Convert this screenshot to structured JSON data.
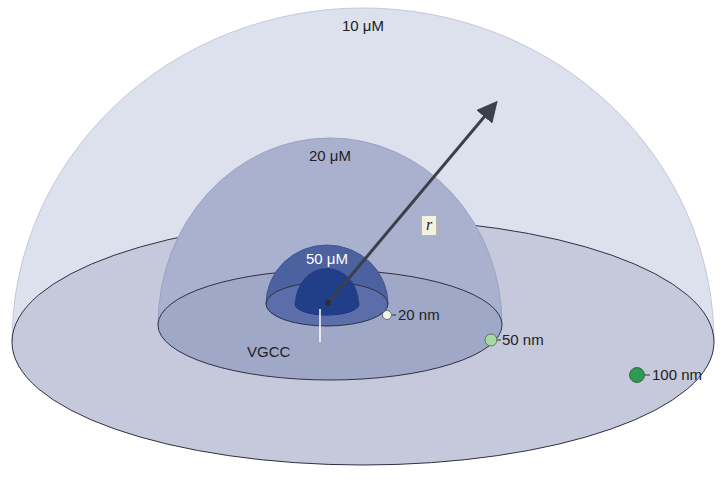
{
  "diagram": {
    "nodes": [
      {
        "text": [
          "10 μM"
        ]
      },
      {
        "text": [
          "20 μM"
        ],
        "in": 0
      },
      {
        "text": [
          "50 μM"
        ],
        "in": 1
      }
    ],
    "labels": [
      "r",
      "VGCC",
      "20 nm",
      "50 nm",
      "100 nm"
    ]
  }
}
